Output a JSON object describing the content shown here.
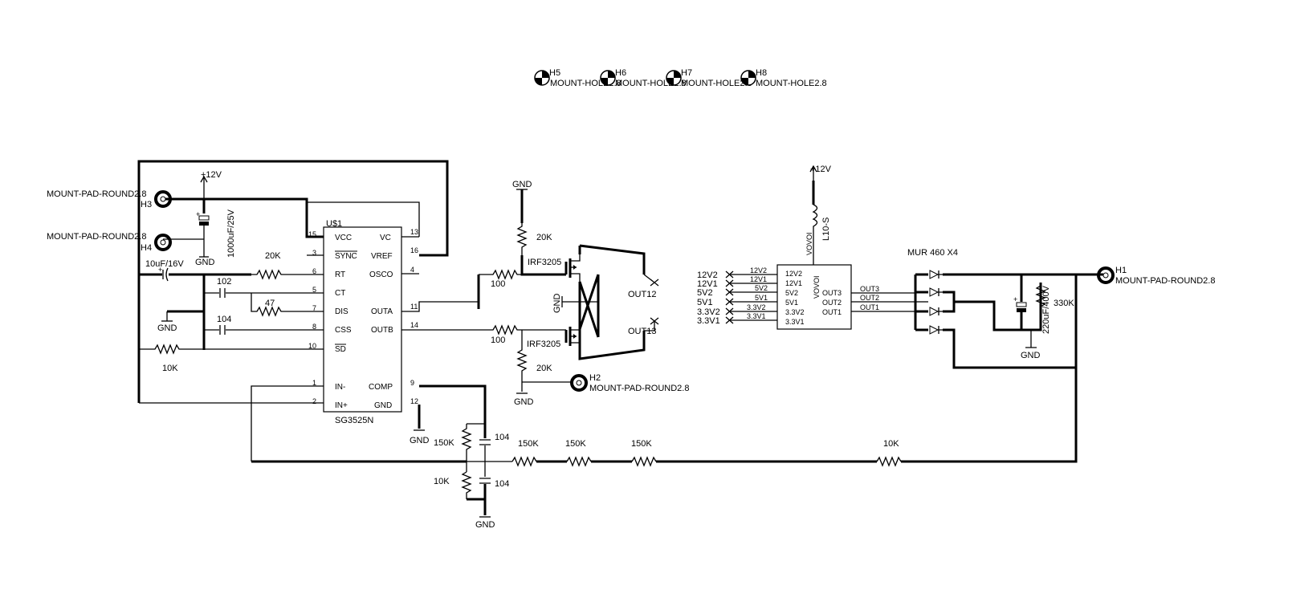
{
  "mount_holes": [
    {
      "ref": "H5",
      "value": "MOUNT-HOLE2.8"
    },
    {
      "ref": "H6",
      "value": "MOUNT-HOLE2.8"
    },
    {
      "ref": "H7",
      "value": "MOUNT-HOLE2.8"
    },
    {
      "ref": "H8",
      "value": "MOUNT-HOLE2.8"
    }
  ],
  "mount_pads": [
    {
      "ref": "H3",
      "value": "MOUNT-PAD-ROUND2.8"
    },
    {
      "ref": "H4",
      "value": "MOUNT-PAD-ROUND2.8"
    },
    {
      "ref": "H2",
      "value": "MOUNT-PAD-ROUND2.8"
    },
    {
      "ref": "H1",
      "value": "MOUNT-PAD-ROUND2.8"
    }
  ],
  "power": {
    "vcc_left": "+12V",
    "vcc_right": "+12V",
    "gnd": "GND"
  },
  "ic1": {
    "ref": "U$1",
    "part": "SG3525N",
    "left_pins": [
      {
        "num": "15",
        "name": "VCC"
      },
      {
        "num": "3",
        "name": "SYNC"
      },
      {
        "num": "6",
        "name": "RT"
      },
      {
        "num": "5",
        "name": "CT"
      },
      {
        "num": "7",
        "name": "DIS"
      },
      {
        "num": "8",
        "name": "CSS"
      },
      {
        "num": "10",
        "name": "SD"
      },
      {
        "num": "1",
        "name": "IN-"
      },
      {
        "num": "2",
        "name": "IN+"
      }
    ],
    "right_pins": [
      {
        "num": "13",
        "name": "VC"
      },
      {
        "num": "16",
        "name": "VREF"
      },
      {
        "num": "4",
        "name": "OSCO"
      },
      {
        "num": "11",
        "name": "OUTA"
      },
      {
        "num": "14",
        "name": "OUTB"
      },
      {
        "num": "9",
        "name": "COMP"
      },
      {
        "num": "12",
        "name": "GND"
      }
    ]
  },
  "components": {
    "c_bulk": "1000uF/25V",
    "c_sync": "10uF/16V",
    "r_rt": "20K",
    "c_ct": "102",
    "r_dis": "47",
    "c_css": "104",
    "r_sd": "10K",
    "r_gate1": "100",
    "r_gate2": "100",
    "r_pd1": "20K",
    "r_pd2": "20K",
    "mosfet1": "IRF3205",
    "mosfet2": "IRF3205",
    "out12": "OUT12",
    "out13": "OUT13",
    "r_fb1": "150K",
    "r_fb2": "10K",
    "c_fb1": "104",
    "c_fb2": "104",
    "r_chain1": "150K",
    "r_chain2": "150K",
    "r_chain3": "150K",
    "r_chain4": "10K",
    "inductor": "L10-S",
    "diodes": "MUR 460 X4",
    "c_hv": "220uF/400V",
    "r_bleed": "330K"
  },
  "transformer": {
    "ref": "VOVOI",
    "pin_label": "VOVOI",
    "inputs": [
      "12V2",
      "12V1",
      "5V2",
      "5V1",
      "3.3V2",
      "3.3V1"
    ],
    "outputs": [
      "OUT3",
      "OUT2",
      "OUT1"
    ]
  }
}
